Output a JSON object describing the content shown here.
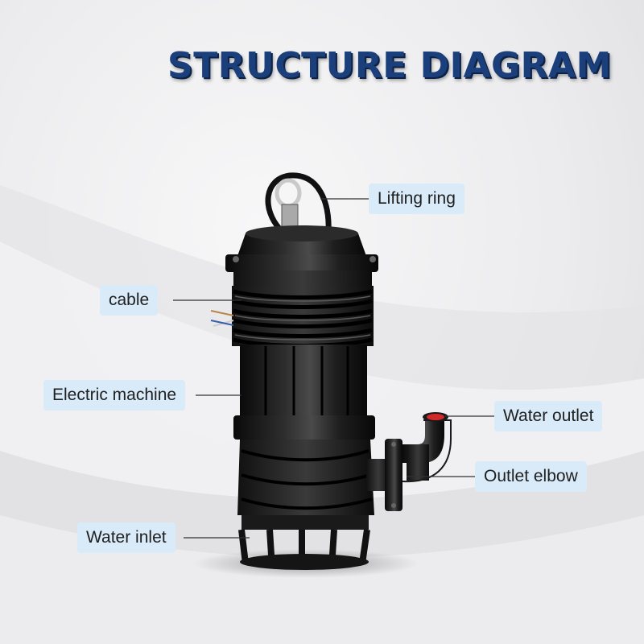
{
  "title": "STRUCTURE DIAGRAM",
  "labels": {
    "lifting_ring": "Lifting ring",
    "cable": "cable",
    "electric_machine": "Electric machine",
    "water_outlet": "Water outlet",
    "outlet_elbow": "Outlet elbow",
    "water_inlet": "Water inlet"
  },
  "colors": {
    "title": "#1a3f7a",
    "label_background": "#d9eaf9",
    "pump_body": "#141414",
    "outlet_inner": "#d22a2a"
  }
}
